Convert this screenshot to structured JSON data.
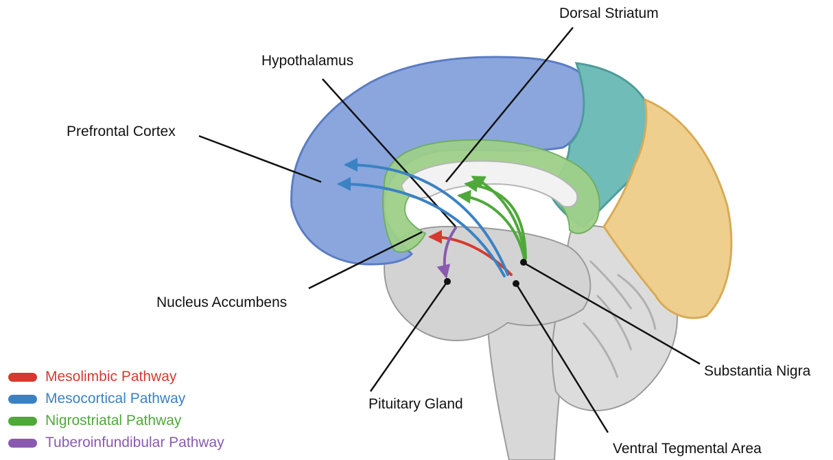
{
  "labels": {
    "dorsal_striatum": "Dorsal Striatum",
    "hypothalamus": "Hypothalamus",
    "prefrontal_cortex": "Prefrontal Cortex",
    "nucleus_accumbens": "Nucleus Accumbens",
    "substantia_nigra": "Substantia Nigra",
    "pituitary_gland": "Pituitary Gland",
    "ventral_tegmental_area": "Ventral Tegmental Area"
  },
  "legend": [
    {
      "label": "Mesolimbic Pathway",
      "color": "#d63a2f"
    },
    {
      "label": "Mesocortical Pathway",
      "color": "#3a82c4"
    },
    {
      "label": "Nigrostriatal Pathway",
      "color": "#4fa83a"
    },
    {
      "label": "Tuberoinfundibular Pathway",
      "color": "#8a5ab0"
    }
  ],
  "colors": {
    "frontal": "#8aa6dd",
    "parietal": "#6fbcb8",
    "occipital": "#efcf8e",
    "limbic": "#9fd08a",
    "gray": "#cfcfcf"
  }
}
